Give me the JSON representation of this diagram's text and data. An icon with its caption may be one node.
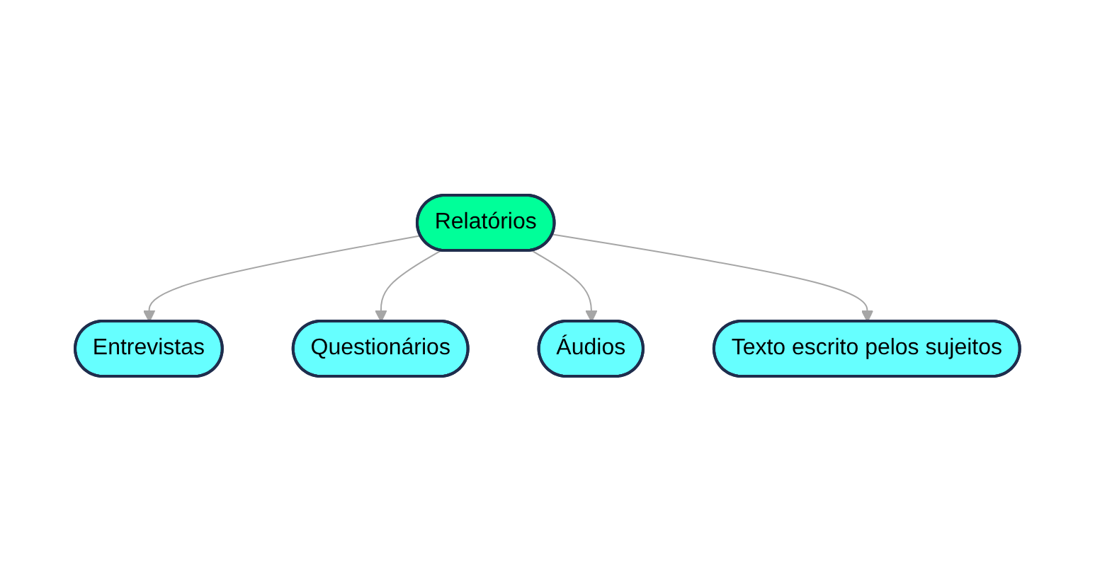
{
  "diagram": {
    "nodes": [
      {
        "text": [
          "Entrevistas"
        ]
      },
      {
        "text": [
          "Texto escrito pelos sujeitos"
        ]
      },
      {
        "text": [
          "Relatórios"
        ]
      },
      {
        "text": [
          "Questionários"
        ]
      },
      {
        "text": [
          "Áudios"
        ]
      }
    ],
    "edges": [
      {
        "from": 2,
        "to": 0,
        "arrow": "to"
      },
      {
        "from": 2,
        "to": 3,
        "arrow": "to"
      },
      {
        "from": 2,
        "to": 4,
        "arrow": "to"
      },
      {
        "from": 2,
        "to": 1,
        "arrow": "to"
      }
    ]
  }
}
